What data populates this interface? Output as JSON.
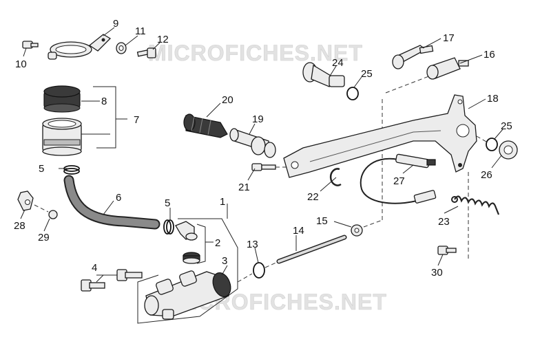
{
  "watermark": {
    "top": "MICROFICHES.NET",
    "bottom": "MICROFICHES.NET"
  },
  "labels": [
    "1",
    "2",
    "3",
    "4",
    "5",
    "5",
    "6",
    "7",
    "8",
    "9",
    "10",
    "11",
    "12",
    "13",
    "14",
    "15",
    "16",
    "17",
    "18",
    "19",
    "20",
    "21",
    "22",
    "23",
    "24",
    "25",
    "25",
    "26",
    "27",
    "28",
    "29",
    "30"
  ]
}
